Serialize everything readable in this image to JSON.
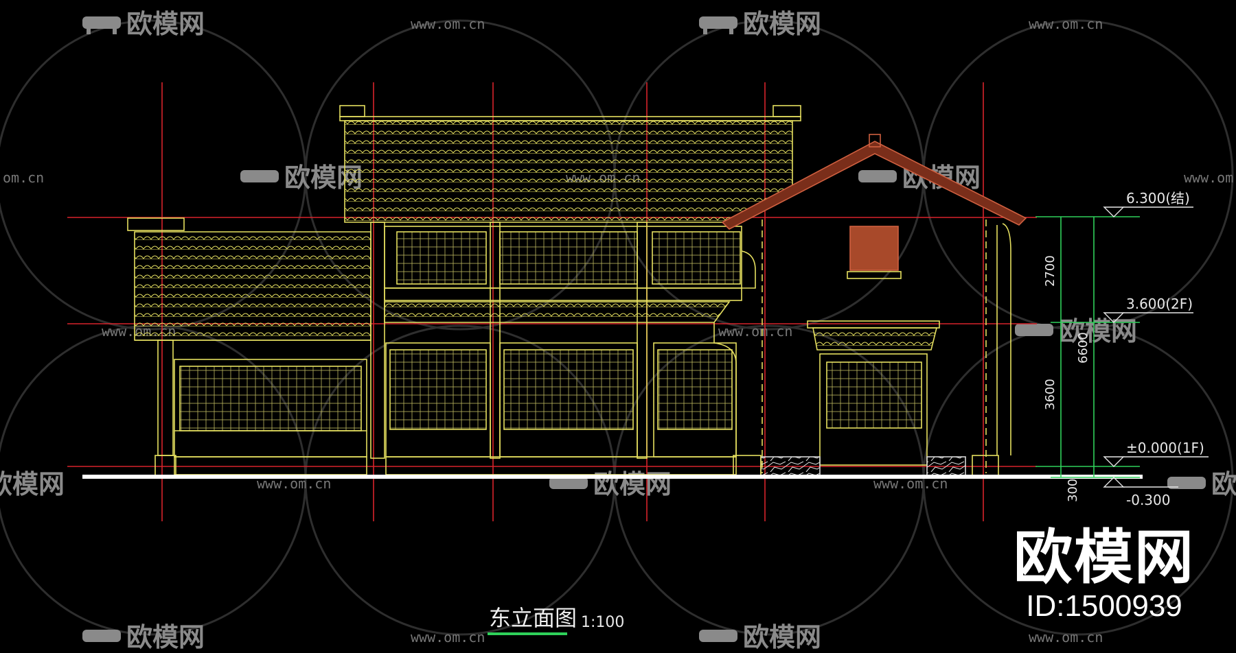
{
  "watermark": {
    "brand": "欧模网",
    "url": "www.om.cn",
    "url_fragment": "om.cn",
    "brand_fragment": "欧模网"
  },
  "drawing": {
    "title": "东立面图",
    "scale": "1:100"
  },
  "levels": [
    {
      "label": "6.300(结)"
    },
    {
      "label": "3.600(2F)"
    },
    {
      "label": "±0.000(1F)"
    },
    {
      "label": "-0.300"
    }
  ],
  "dimensions": {
    "seg_top": "2700",
    "seg_mid": "3600",
    "seg_low": "300",
    "total": "6600"
  },
  "badge": {
    "brand": "欧模网",
    "id": "ID:1500939"
  },
  "colors": {
    "background": "#000000",
    "linework": "#e6e060",
    "axis": "#d8232a",
    "dimension": "#2fd15a",
    "white": "#ffffff",
    "watermark": "#8a8a8a"
  }
}
